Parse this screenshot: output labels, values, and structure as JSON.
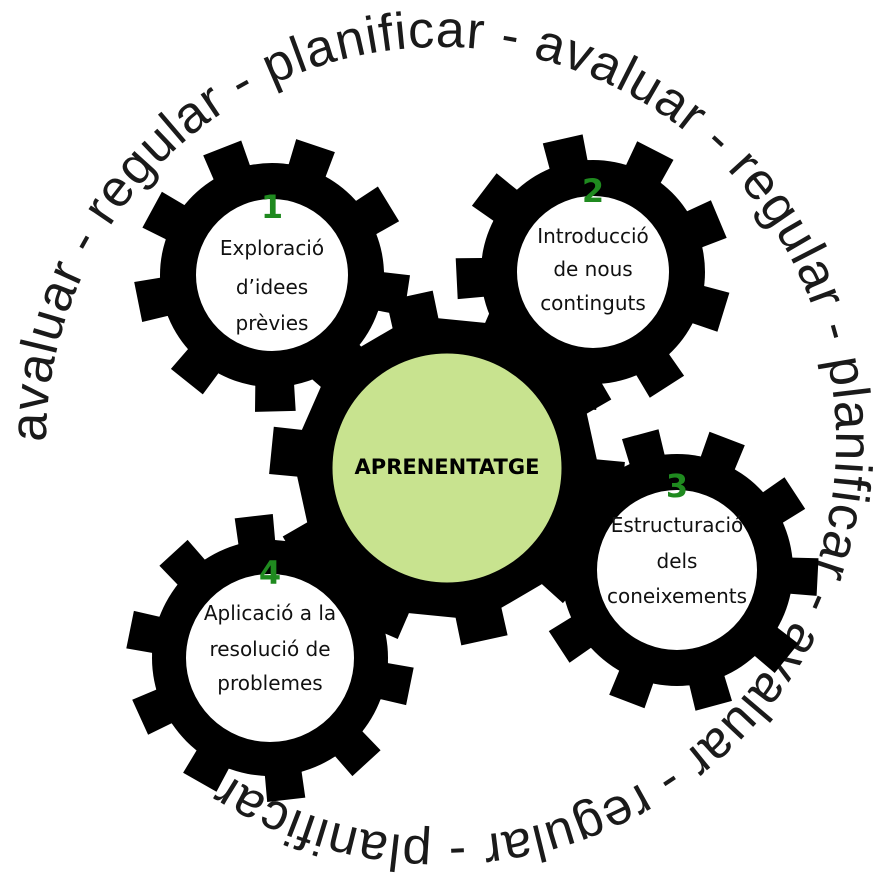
{
  "ring": {
    "text": "avaluar - regular - planificar - avaluar - regular - planificar - avaluar - regular - planificar - "
  },
  "center": {
    "label": "APRENENTATGE",
    "fill": "#c8e38f"
  },
  "gears": [
    {
      "number": "1",
      "lines": [
        "Exploració",
        "d’idees",
        "prèvies"
      ]
    },
    {
      "number": "2",
      "lines": [
        "Introducció",
        "de nous",
        "continguts"
      ]
    },
    {
      "number": "3",
      "lines": [
        "Estructuració",
        "dels",
        "coneixements"
      ]
    },
    {
      "number": "4",
      "lines": [
        "Aplicació a la",
        "resolució de",
        "problemes"
      ]
    }
  ],
  "colors": {
    "gear": "#000000",
    "number": "#1f8a1f",
    "ring_text": "#1a1a1a"
  }
}
